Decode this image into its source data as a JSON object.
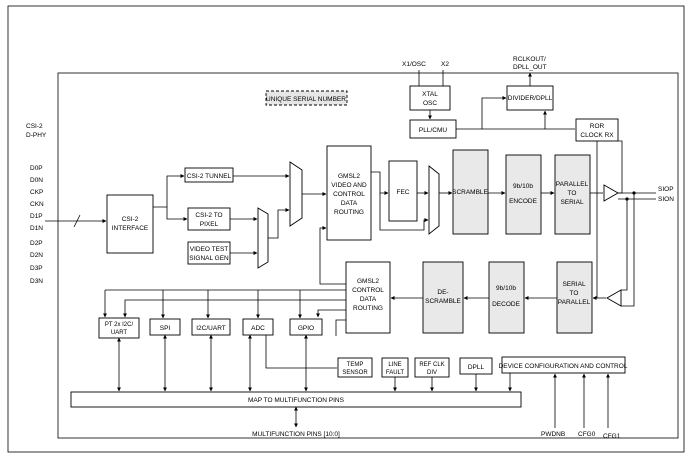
{
  "pins_left": {
    "csi_label_1": "CSI-2",
    "csi_label_2": "D-PHY",
    "pins": [
      "D0P",
      "D0N",
      "CKP",
      "CKN",
      "D1P",
      "D1N",
      "D2P",
      "D2N",
      "D3P",
      "D3N"
    ]
  },
  "top_labels": {
    "x1osc": "X1/OSC",
    "x2": "X2",
    "rclkout_1": "RCLKOUT/",
    "rclkout_2": "DPLL_OUT"
  },
  "right_labels": {
    "siop": "SIOP",
    "sion": "SION"
  },
  "bottom_labels": {
    "mfp": "MULTIFUNCTION PINS [10:0]",
    "pwdnb": "PWDNB",
    "cfg0": "CFG0",
    "cfg1": "CFG1"
  },
  "blocks": {
    "unique_serial": "UNIQUE SERIAL NUMBER",
    "xtal_1": "XTAL",
    "xtal_2": "OSC",
    "divider": "DIVIDER/DPLL",
    "pll": "PLL/CMU",
    "ror_1": "ROR",
    "ror_2": "CLOCK RX",
    "csi_interface_1": "CSI-2",
    "csi_interface_2": "INTERFACE",
    "csi_tunnel": "CSI-2 TUNNEL",
    "csi_to_pixel_1": "CSI-2 TO",
    "csi_to_pixel_2": "PIXEL",
    "video_test_1": "VIDEO TEST",
    "video_test_2": "SIGNAL GEN",
    "gmsl2_video": [
      "GMSL2",
      "VIDEO AND",
      "CONTROL",
      "DATA",
      "ROUTING"
    ],
    "fec": "FEC",
    "scramble": "SCRAMBLE",
    "encode_1": "9b/10b",
    "encode_2": "ENCODE",
    "p2s": [
      "PARALLEL",
      "TO",
      "SERIAL"
    ],
    "s2p": [
      "SERIAL",
      "TO",
      "PARALLEL"
    ],
    "decode_1": "9b/10b",
    "decode_2": "DECODE",
    "descramble_1": "DE-",
    "descramble_2": "SCRAMBLE",
    "gmsl2_ctrl": [
      "GMSL2",
      "CONTROL",
      "DATA",
      "ROUTING"
    ],
    "pt_uart_1": "PT 2x I2C/",
    "pt_uart_2": "UART",
    "spi": "SPI",
    "i2c_uart": "I2C/UART",
    "adc": "ADC",
    "gpio": "GPIO",
    "temp_1": "TEMP",
    "temp_2": "SENSOR",
    "line_fault_1": "LINE",
    "line_fault_2": "FAULT",
    "ref_clk_1": "REF CLK",
    "ref_clk_2": "DIV",
    "dpll": "DPLL",
    "dev_config": "DEVICE CONFIGURATION AND CONTROL",
    "map_mfp": "MAP TO MULTIFUNCTION PINS"
  }
}
